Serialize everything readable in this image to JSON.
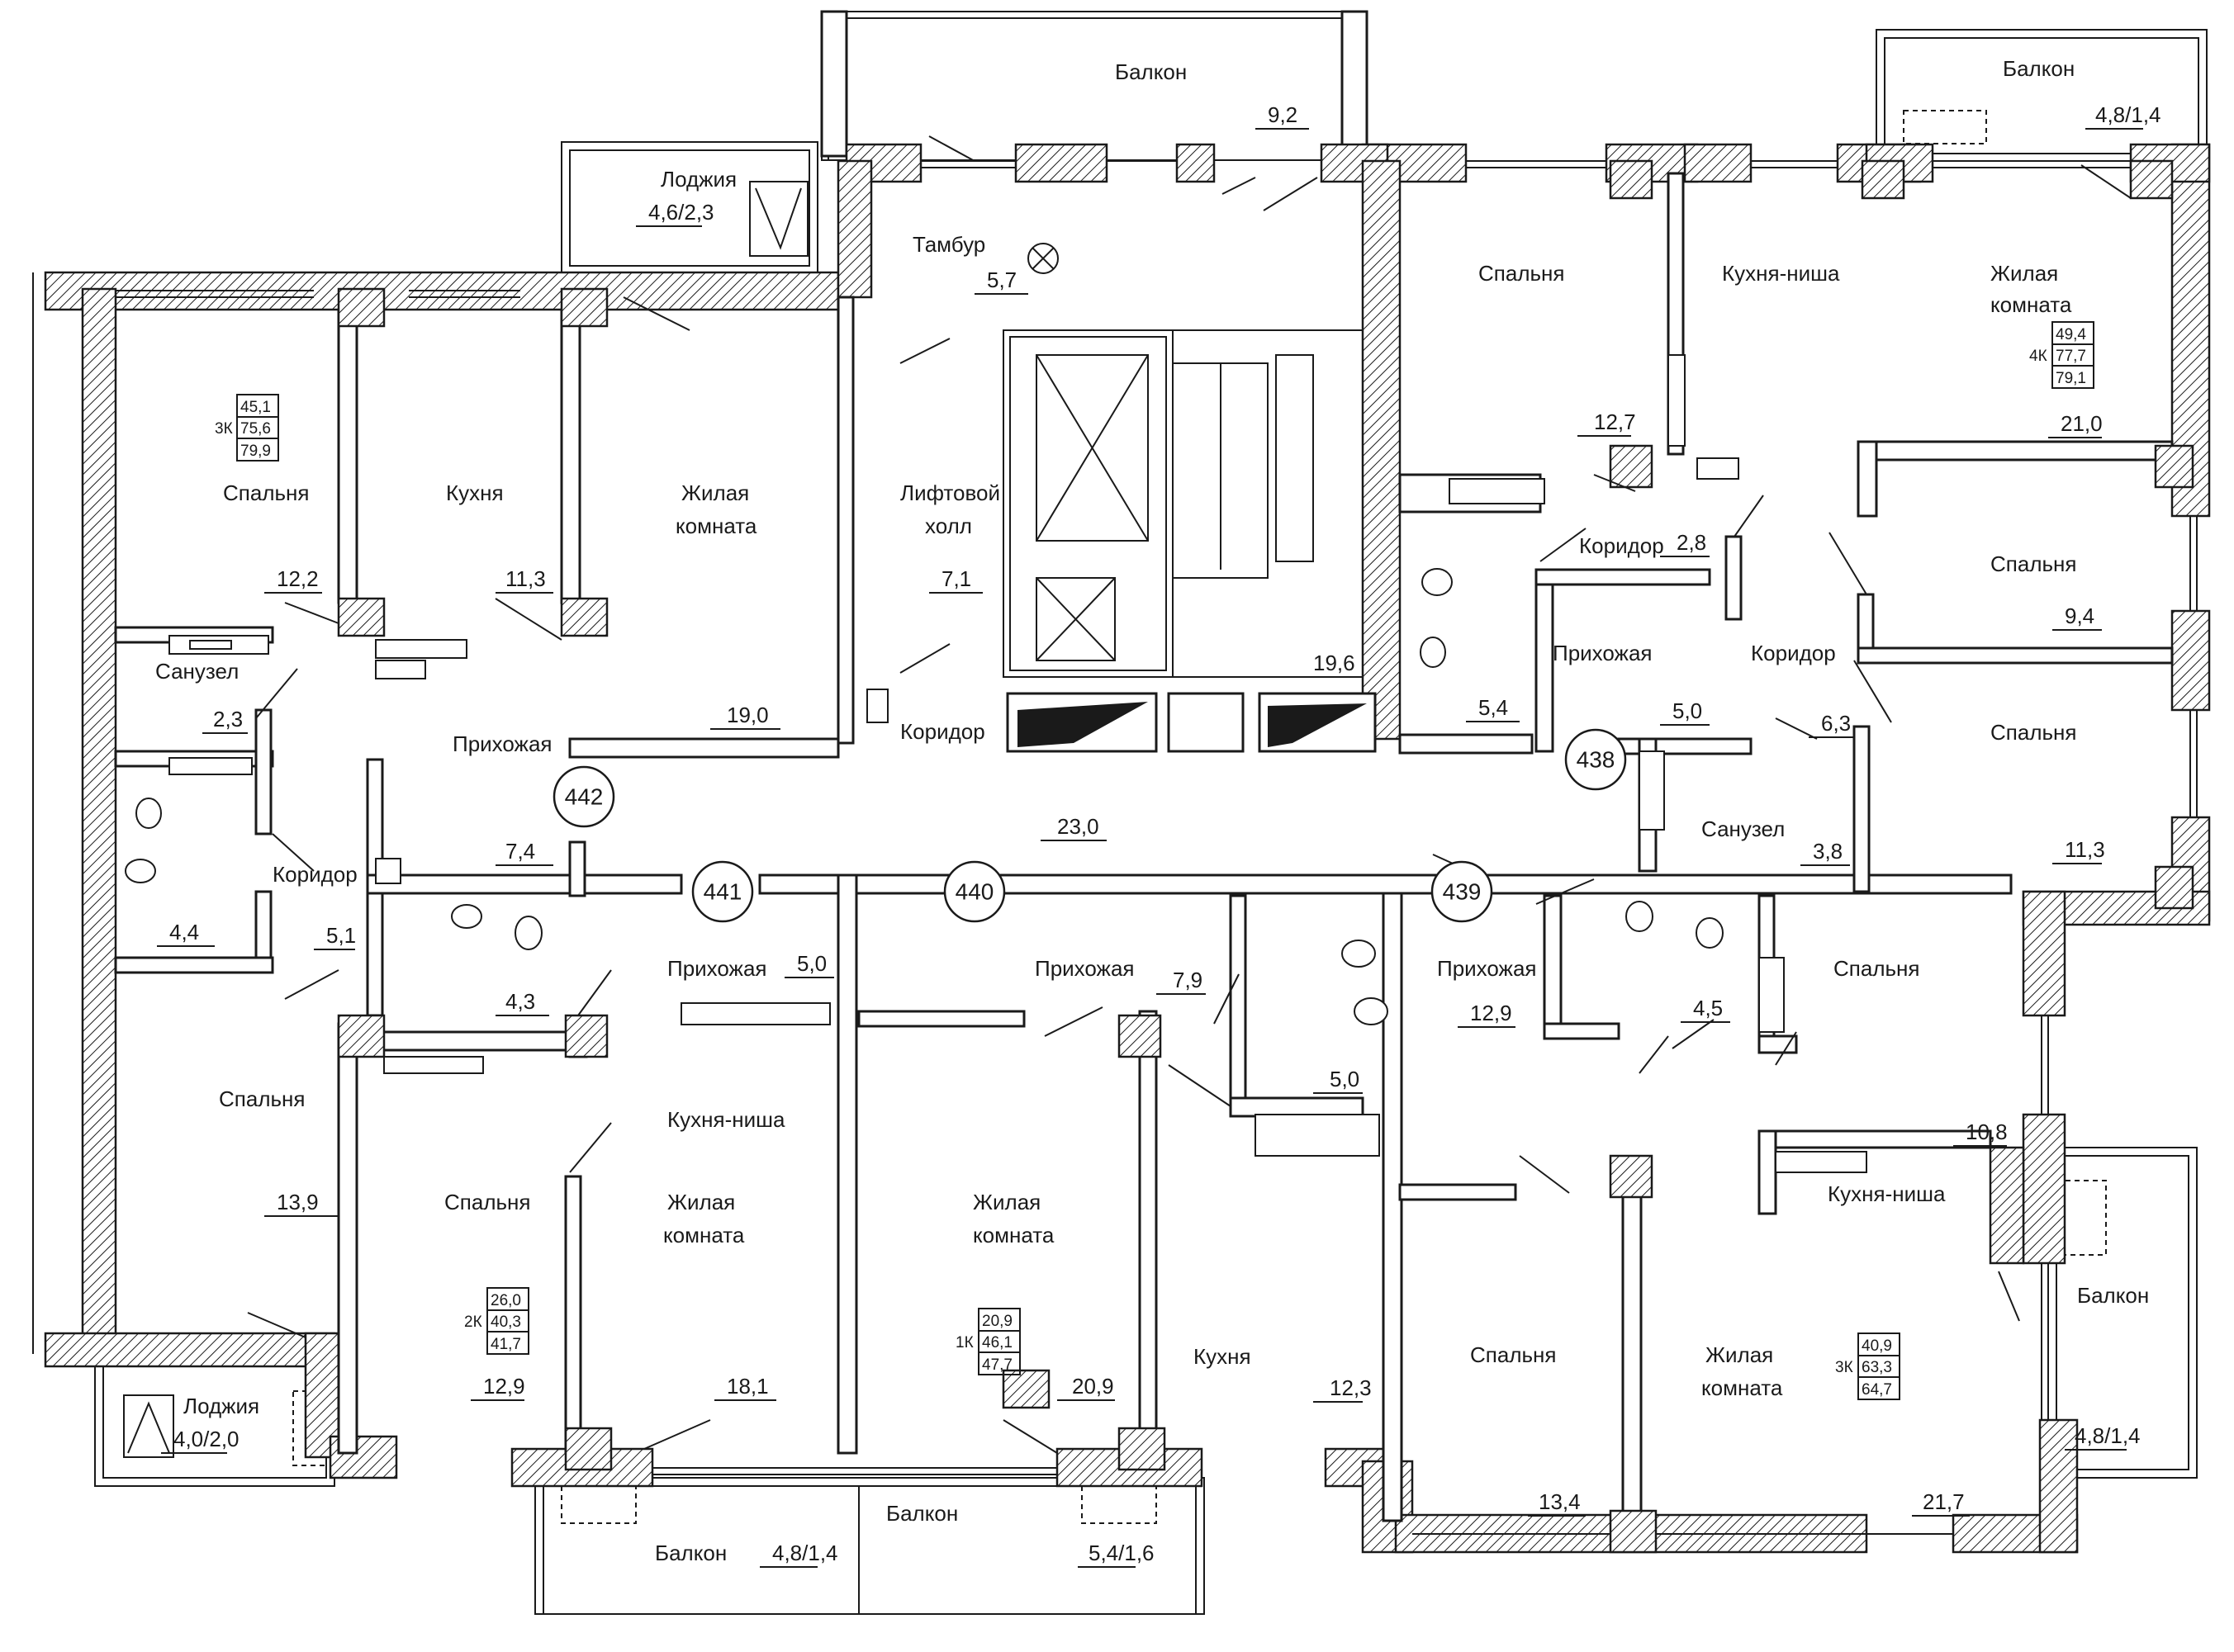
{
  "units": {
    "u438": "438",
    "u439": "439",
    "u440": "440",
    "u441": "441",
    "u442": "442"
  },
  "rooms": {
    "loggia_top": "Лоджия",
    "loggia_top_area": "4,6/2,3",
    "balcony_top": "Балкон",
    "balcony_top_area": "9,2",
    "tambur": "Тамбур",
    "tambur_area": "5,7",
    "lift_hall_1": "Лифтовой",
    "lift_hall_2": "холл",
    "lift_hall_area": "7,1",
    "stair_area": "19,6",
    "corridor_c": "Коридор",
    "hall_area": "23,0",
    "bedroom_3k": "Спальня",
    "bedroom_3k_area": "12,2",
    "kitchen_3k": "Кухня",
    "kitchen_3k_area": "11,3",
    "living_3k_1": "Жилая",
    "living_3k_2": "комната",
    "living_3k_area": "19,0",
    "bath_3k": "Санузел",
    "bath_3k_area": "2,3",
    "hall_3k": "Прихожая",
    "hall_3k_area": "7,4",
    "corr_3k": "Коридор",
    "corr_3k_area": "5,1",
    "wc_3k_area": "4,4",
    "bedroom_3k_2": "Спальня",
    "bedroom_3k_2_area": "13,9",
    "loggia_bl": "Лоджия",
    "loggia_bl_area": "4,0/2,0",
    "wc_2k_area": "4,3",
    "hall_2k": "Прихожая",
    "hall_2k_area": "5,0",
    "kitchen_niche_2k": "Кухня-ниша",
    "bedroom_2k": "Спальня",
    "bedroom_2k_area": "12,9",
    "living_2k_1": "Жилая",
    "living_2k_2": "комната",
    "living_2k_area": "18,1",
    "balcony_b": "Балкон",
    "balcony_b_left_area": "4,8/1,4",
    "balcony_b_right_area": "5,4/1,6",
    "hall_1k": "Прихожая",
    "hall_1k_area": "7,9",
    "wc_1k_area": "5,0",
    "living_1k_1": "Жилая",
    "living_1k_2": "комната",
    "living_1k_area": "20,9",
    "kitchen_1k": "Кухня",
    "kitchen_1k_area": "12,3",
    "bedroom_4k": "Спальня",
    "bedroom_4k_area": "12,7",
    "kitchen_niche_4k": "Кухня-ниша",
    "living_4k_1": "Жилая",
    "living_4k_2": "комната",
    "living_4k_area": "21,0",
    "balcony_tr": "Балкон",
    "balcony_tr_area": "4,8/1,4",
    "corr_4k": "Коридор",
    "corr_4k_area": "2,8",
    "hall_4k": "Прихожая",
    "hall_4k_area": "5,0",
    "corr_4k_2": "Коридор",
    "corr_4k_2_area": "6,3",
    "bath_4k_area": "5,4",
    "sanuzel_4k": "Санузел",
    "sanuzel_4k_area": "3,8",
    "bedroom_4k_2": "Спальня",
    "bedroom_4k_2_area": "9,4",
    "bedroom_4k_3": "Спальня",
    "bedroom_4k_3_area": "11,3",
    "hall_3kr": "Прихожая",
    "hall_3kr_area": "12,9",
    "wc_3kr_area": "4,5",
    "bedroom_3kr": "Спальня",
    "bedroom_3kr_area": "10,8",
    "kitchen_niche_3kr": "Кухня-ниша",
    "bedroom_3kr_2": "Спальня",
    "bedroom_3kr_2_area": "13,4",
    "living_3kr_1": "Жилая",
    "living_3kr_2": "комната",
    "living_3kr_area": "21,7",
    "balcony_r": "Балкон",
    "balcony_r_area": "4,8/1,4"
  },
  "summaries": {
    "k3": {
      "code": "3К",
      "a": "45,1",
      "b": "75,6",
      "c": "79,9"
    },
    "k4": {
      "code": "4К",
      "a": "49,4",
      "b": "77,7",
      "c": "79,1"
    },
    "k2": {
      "code": "2К",
      "a": "26,0",
      "b": "40,3",
      "c": "41,7"
    },
    "k1": {
      "code": "1К",
      "a": "20,9",
      "b": "46,1",
      "c": "47,7"
    },
    "k3r": {
      "code": "3К",
      "a": "40,9",
      "b": "63,3",
      "c": "64,7"
    }
  }
}
